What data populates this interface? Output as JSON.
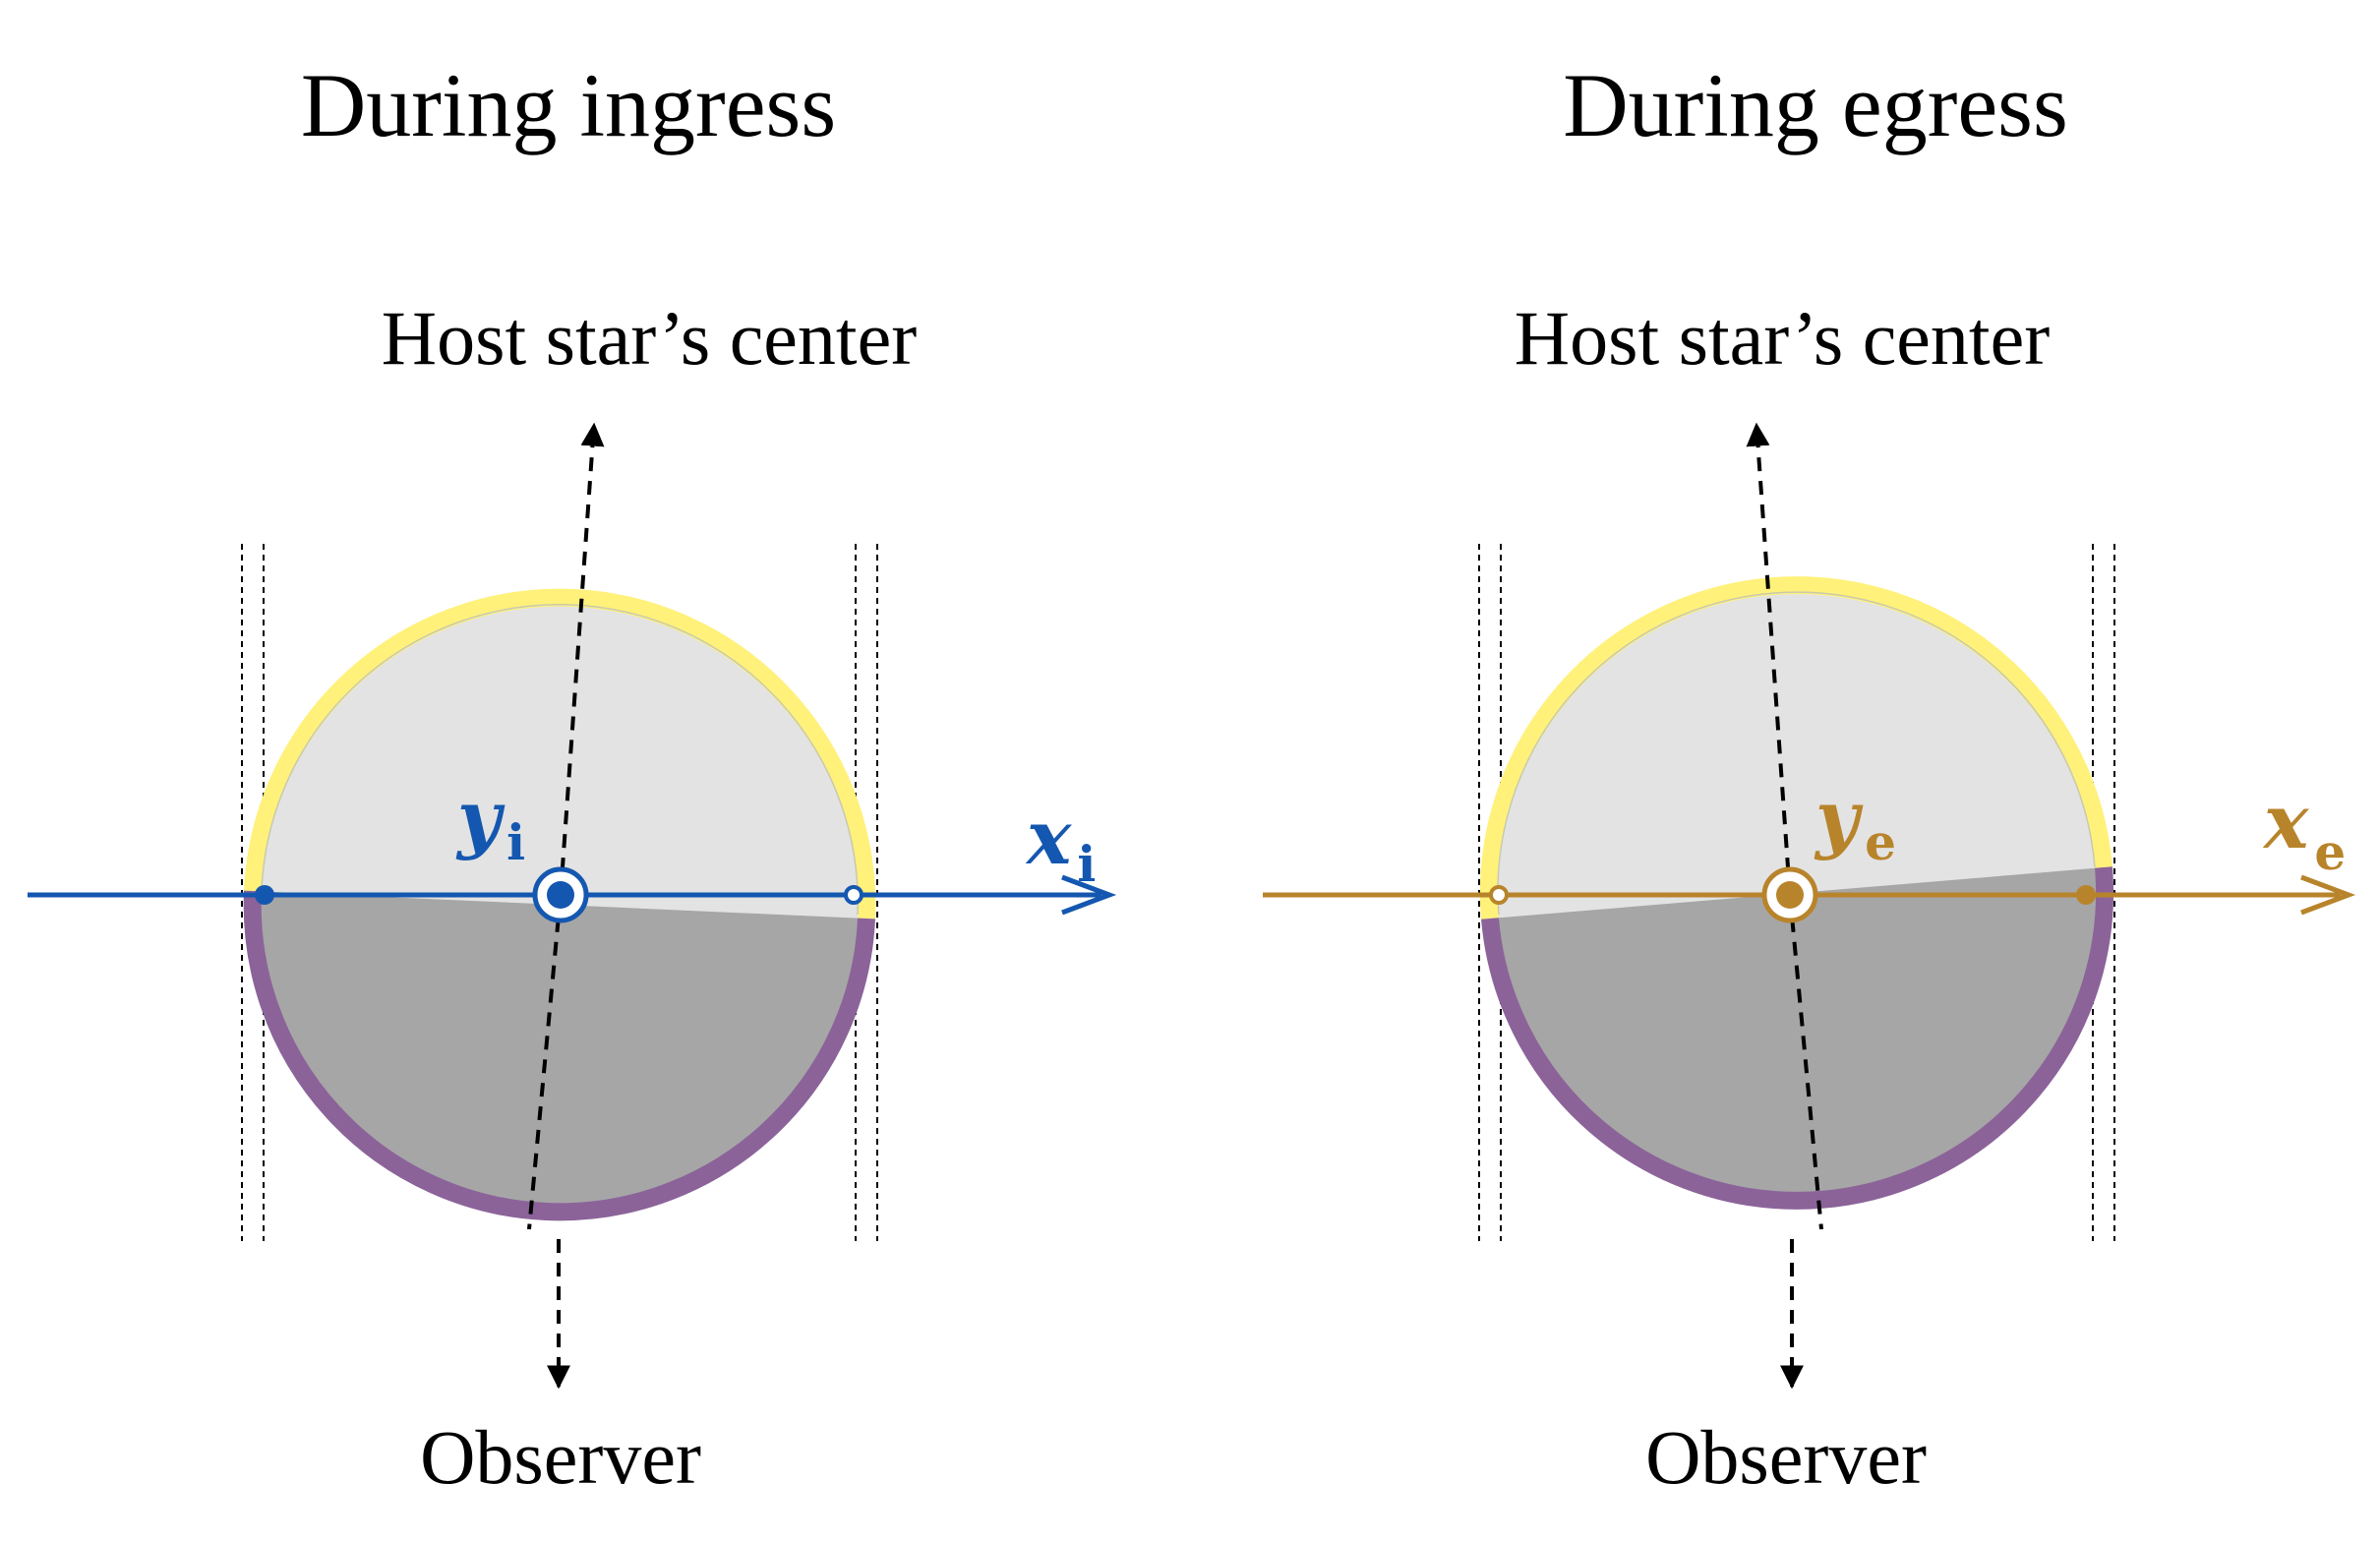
{
  "panels": [
    {
      "id": "ingress",
      "title": "During ingress",
      "top_label": "Host star’s center",
      "bottom_label": "Observer",
      "x_axis": {
        "var": "x",
        "sub": "i"
      },
      "y_axis": {
        "var": "y",
        "sub": "i"
      },
      "axis_color": "#1457b0"
    },
    {
      "id": "egress",
      "title": "During egress",
      "top_label": "Host star’s center",
      "bottom_label": "Observer",
      "x_axis": {
        "var": "x",
        "sub": "e"
      },
      "y_axis": {
        "var": "y",
        "sub": "e"
      },
      "axis_color": "#b8842b"
    }
  ],
  "colors": {
    "dayside_fill": "#e3e3e3",
    "nightside_fill": "#a6a6a6",
    "day_limb": "#fff17a",
    "night_limb": "#8b6399",
    "arrow": "#000000"
  }
}
